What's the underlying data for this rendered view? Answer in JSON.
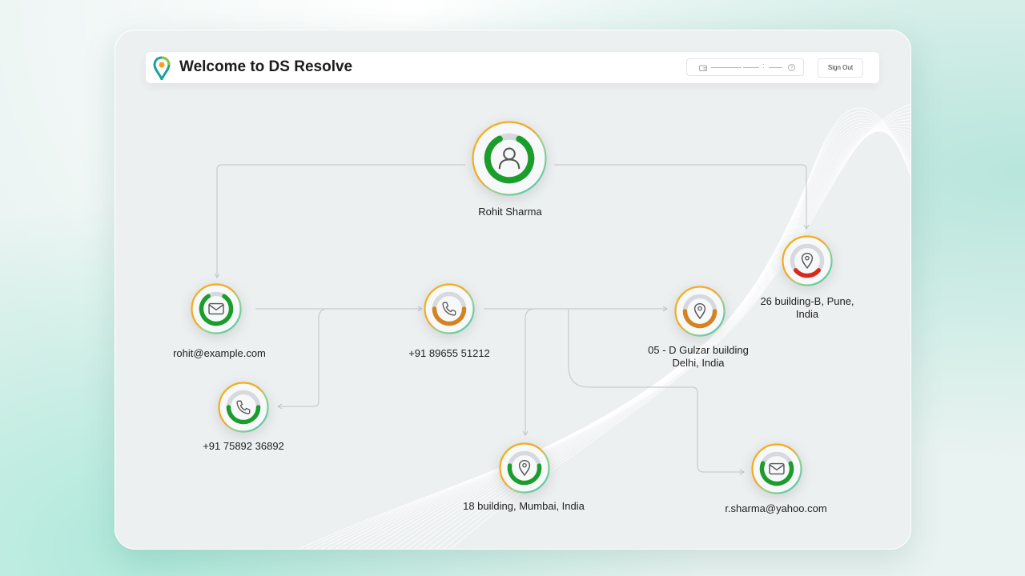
{
  "header": {
    "title": "Welcome to DS Resolve",
    "search_separator": ":",
    "signout_label": "Sign Out"
  },
  "colors": {
    "green": "#1a9d2b",
    "orange": "#d4831e",
    "red": "#d8281f",
    "track": "#d6d9dd",
    "connector": "#c8ccd0"
  },
  "nodes": {
    "root": {
      "label": "Rohit Sharma",
      "icon": "person-icon",
      "ring": "green",
      "progress": 0.85
    },
    "email1": {
      "label": "rohit@example.com",
      "icon": "mail-icon",
      "ring": "green",
      "progress": 0.82
    },
    "phone1": {
      "label": "+91 89655 51212",
      "icon": "phone-icon",
      "ring": "orange",
      "progress": 0.5
    },
    "phone2": {
      "label": "+91 75892 36892",
      "icon": "phone-icon",
      "ring": "green",
      "progress": 0.5
    },
    "address_delhi": {
      "label1": "05 - D Gulzar building",
      "label2": "Delhi, India",
      "icon": "location-pin-icon",
      "ring": "orange",
      "progress": 0.5
    },
    "address_pune": {
      "label1": "26 building-B, Pune,",
      "label2": "India",
      "icon": "location-pin-icon",
      "ring": "red",
      "progress": 0.28
    },
    "address_mumbai": {
      "label": "18 building, Mumbai, India",
      "icon": "location-pin-icon",
      "ring": "green",
      "progress": 0.55
    },
    "email2": {
      "label": "r.sharma@yahoo.com",
      "icon": "mail-icon",
      "ring": "green",
      "progress": 0.62
    }
  }
}
